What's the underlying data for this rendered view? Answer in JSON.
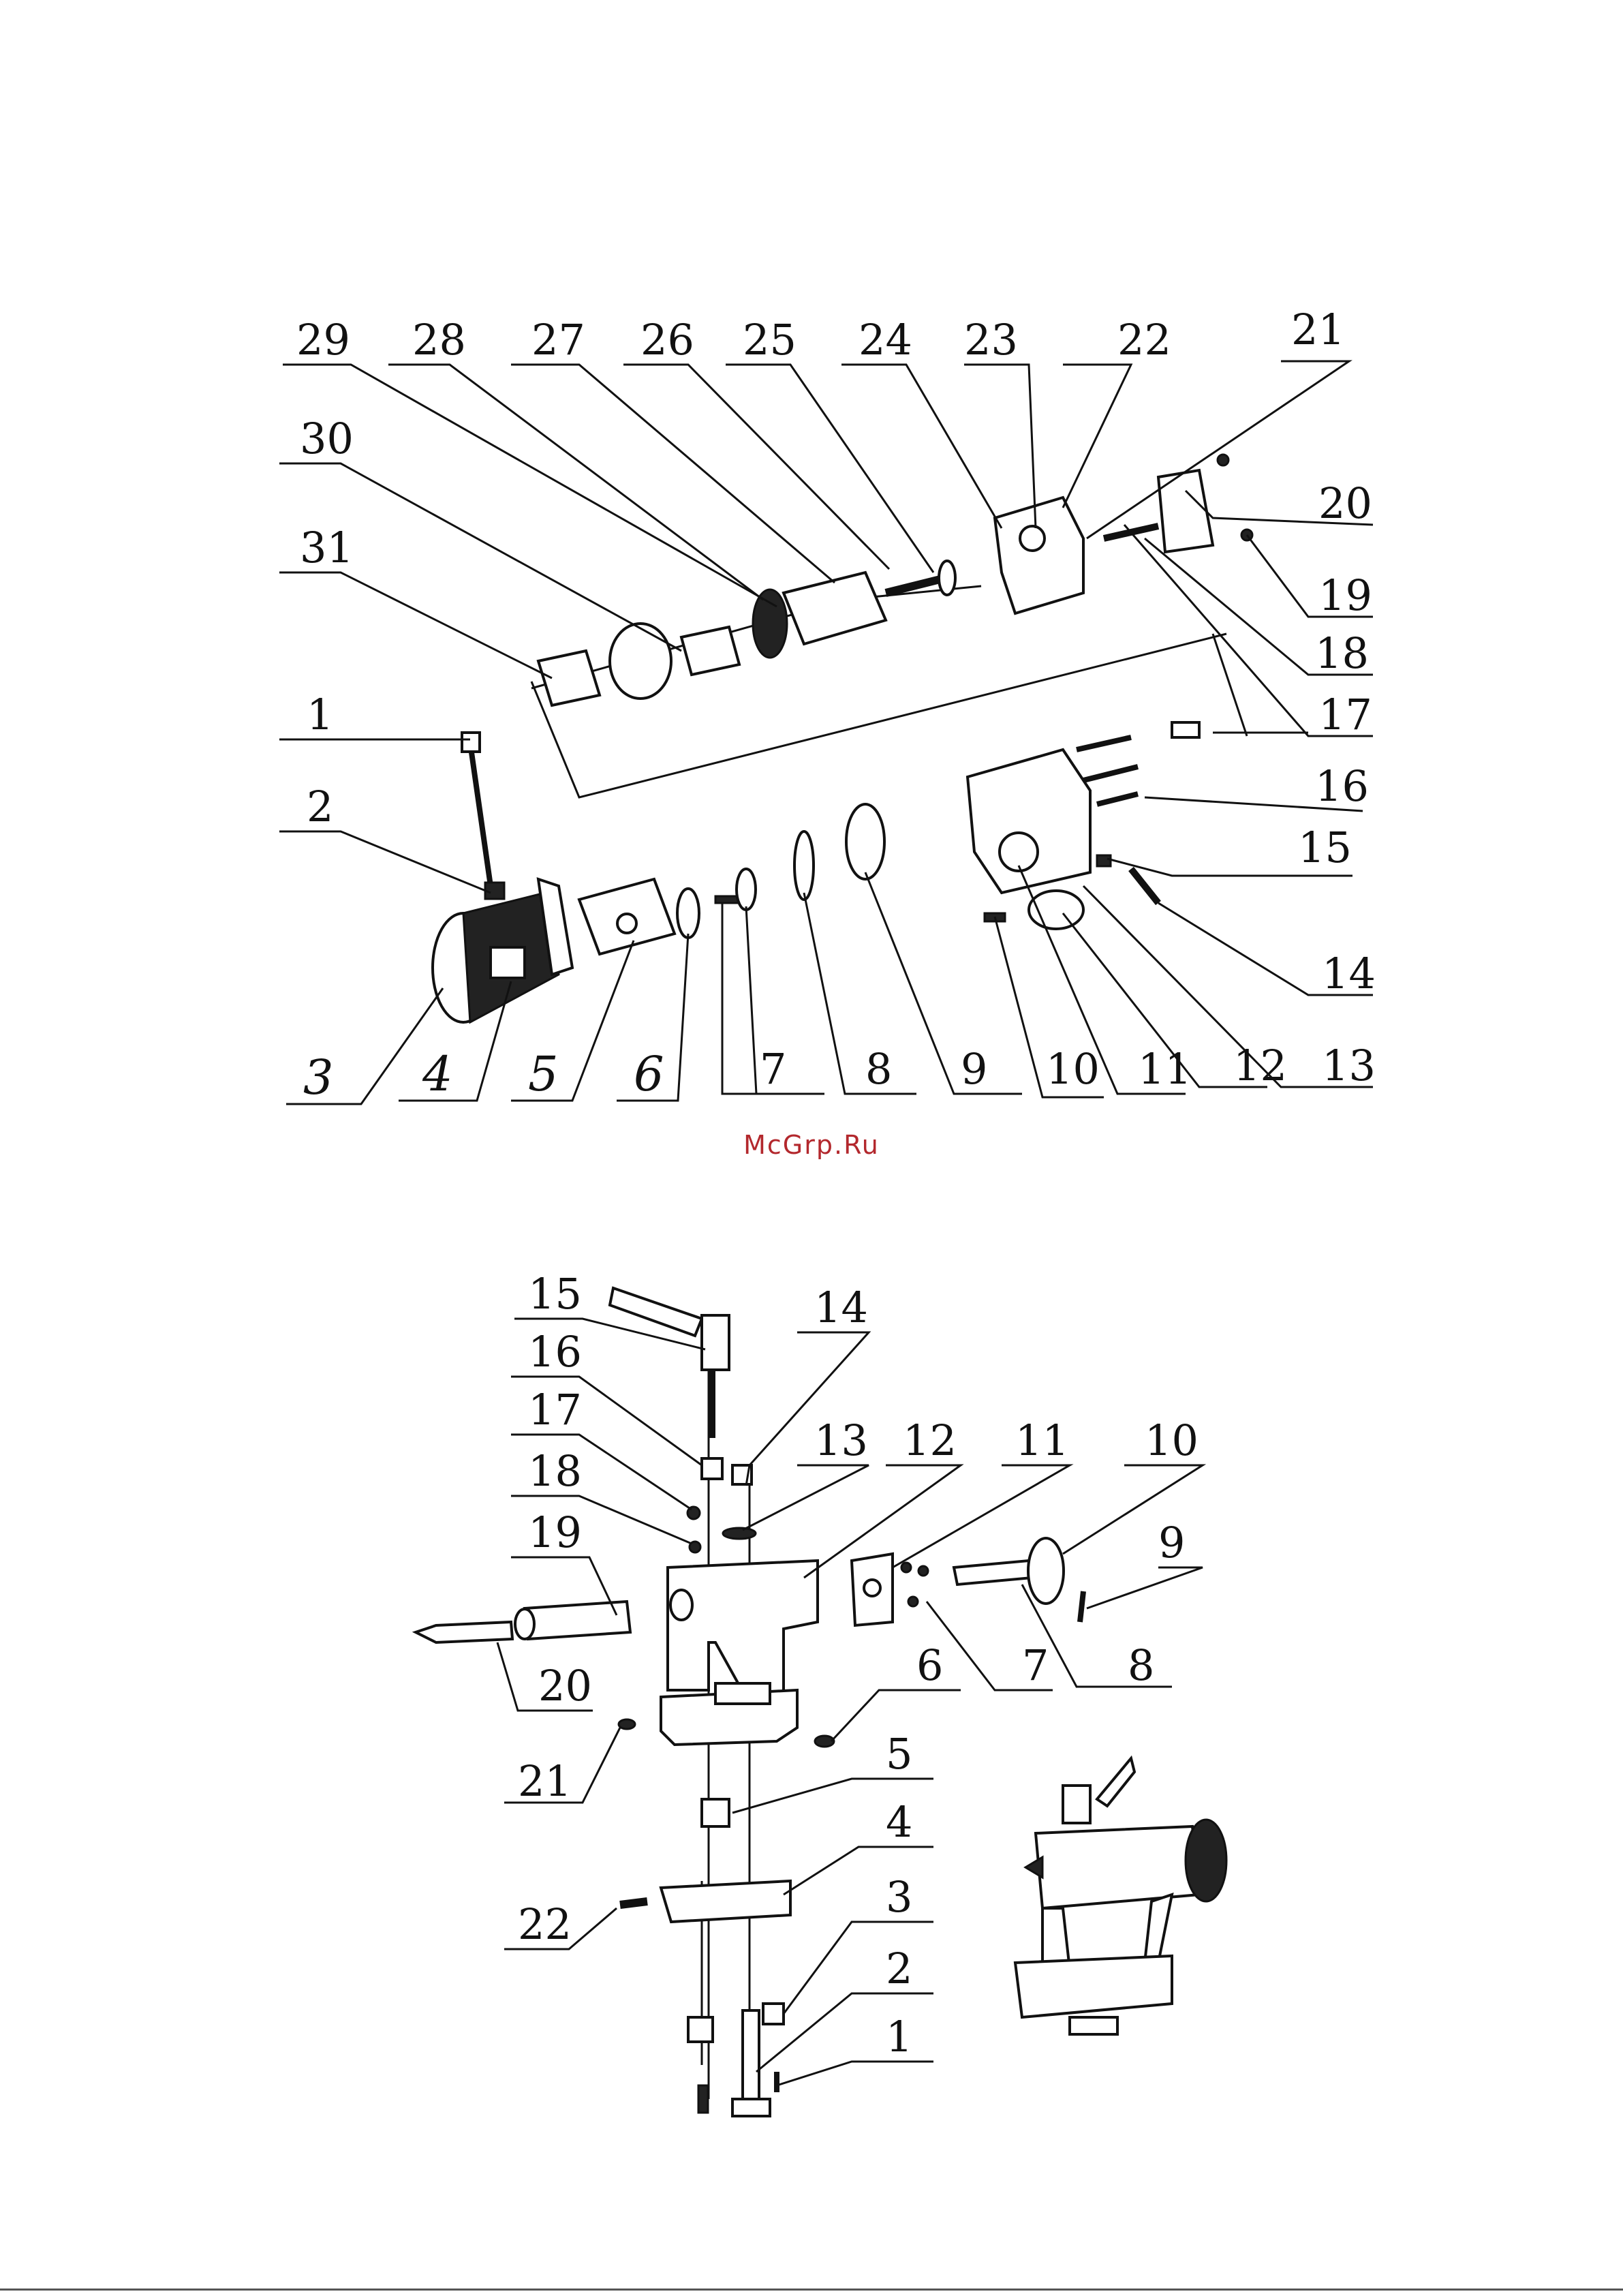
{
  "watermark": "McGrp.Ru",
  "colors": {
    "ink": "#111111",
    "watermark": "#b3282d",
    "paper": "#ffffff"
  },
  "diagram_top": {
    "labels": [
      "1",
      "2",
      "3",
      "4",
      "5",
      "6",
      "7",
      "8",
      "9",
      "10",
      "11",
      "12",
      "13",
      "14",
      "15",
      "16",
      "17",
      "18",
      "19",
      "20",
      "21",
      "22",
      "23",
      "24",
      "25",
      "26",
      "27",
      "28",
      "29",
      "30",
      "31"
    ]
  },
  "diagram_bottom": {
    "labels": [
      "1",
      "2",
      "3",
      "4",
      "5",
      "6",
      "7",
      "8",
      "9",
      "10",
      "11",
      "12",
      "13",
      "14",
      "15",
      "16",
      "17",
      "18",
      "19",
      "20",
      "21",
      "22"
    ]
  }
}
